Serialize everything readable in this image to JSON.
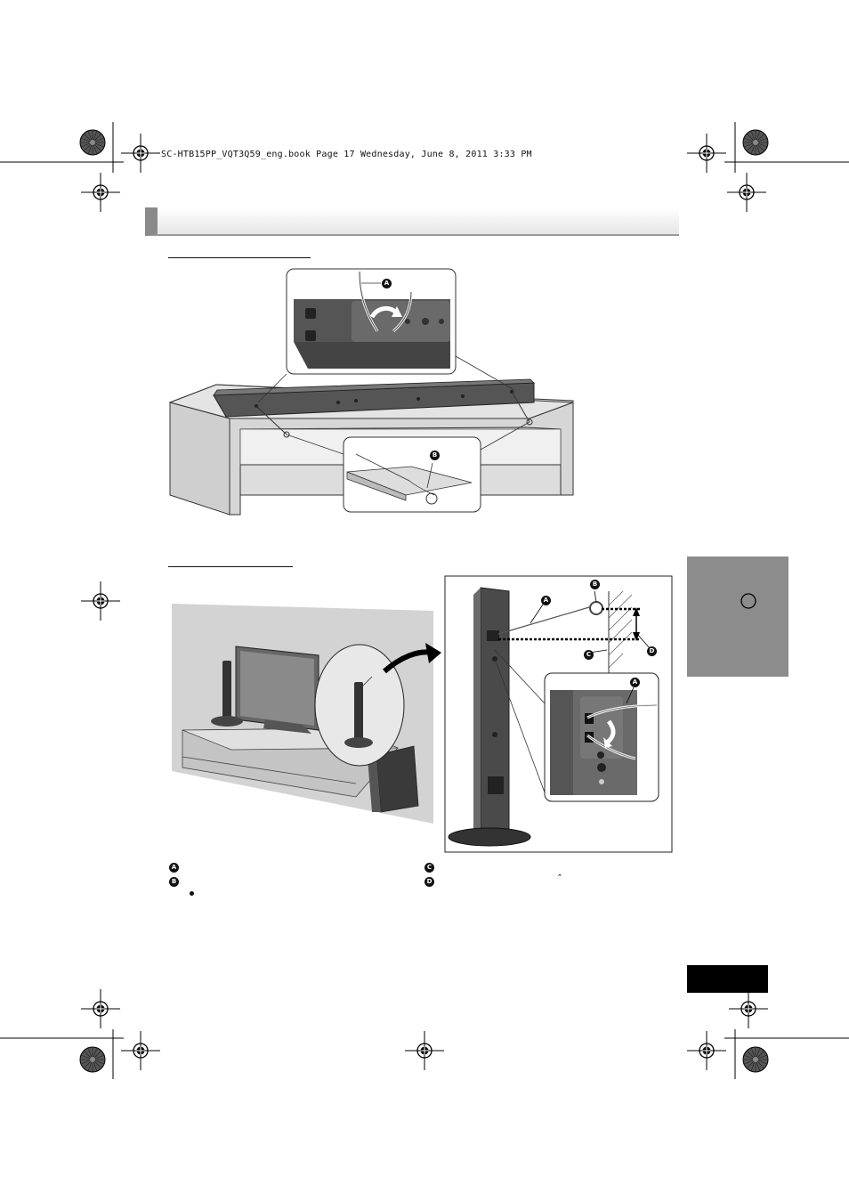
{
  "header": {
    "file_line": "SC-HTB15PP_VQT3Q59_eng.book  Page 17  Wednesday, June 8, 2011  3:33 PM"
  },
  "figure1": {
    "callouts": [
      "A",
      "B"
    ]
  },
  "figure2": {
    "callouts": [
      "A",
      "B",
      "C",
      "D",
      "A"
    ]
  },
  "legend": {
    "items": [
      {
        "letter": "A"
      },
      {
        "letter": "B"
      },
      {
        "letter": "C"
      },
      {
        "letter": "D",
        "suffix": "″"
      }
    ]
  },
  "colors": {
    "side_tab": "#8c8c8c",
    "page_box": "#000000",
    "title_band_bar": "#8a8a8a"
  },
  "icons": [
    "registration-mark-icon",
    "starburst-mark-icon",
    "crop-mark-icon"
  ]
}
